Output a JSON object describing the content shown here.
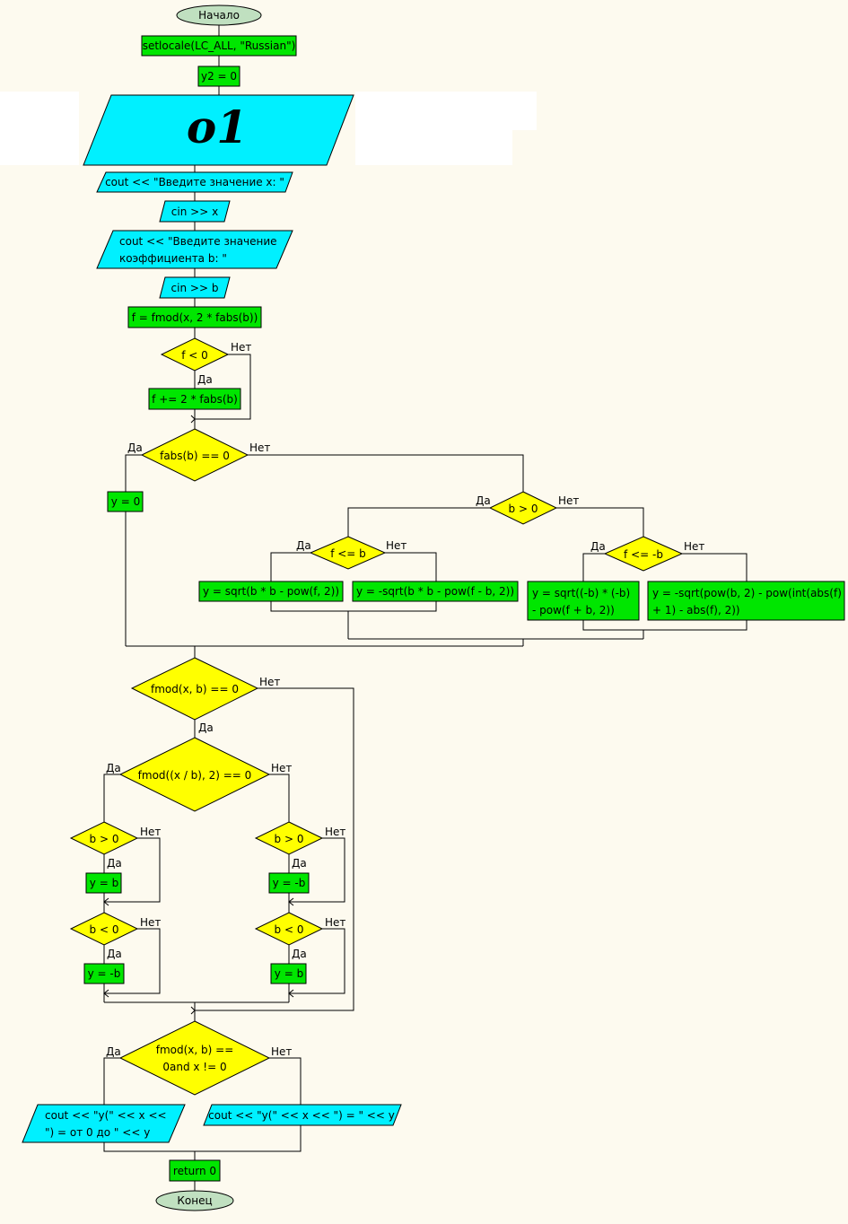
{
  "start": "Начало",
  "end": "Конец",
  "setlocale": "setlocale(LC_ALL, \"Russian\")",
  "y2": "y2 = 0",
  "banner": "o1",
  "prompt_x": "cout << \"Введите значение х: \"",
  "cin_x": "cin >> x",
  "prompt_b_1": "cout << \"Введите значение",
  "prompt_b_2": "коэффициента b: \"",
  "cin_b": "cin >> b",
  "f_calc": "f = fmod(x, 2 * fabs(b))",
  "cond_f_neg": "f < 0",
  "f_adjust": "f += 2 * fabs(b)",
  "cond_fabs_zero": "fabs(b) == 0",
  "y_zero": "y = 0",
  "cond_b_pos": "b > 0",
  "cond_f_le_b": "f <= b",
  "cond_f_le_neg_b": "f <= -b",
  "y_sqrt_1": "y = sqrt(b * b - pow(f, 2))",
  "y_sqrt_2": "y = -sqrt(b * b - pow(f - b, 2))",
  "y_sqrt_3_1": "y = sqrt((-b) * (-b)",
  "y_sqrt_3_2": "- pow(f + b, 2))",
  "y_sqrt_4_1": "y = -sqrt(pow(b, 2) - pow(int(abs(f)",
  "y_sqrt_4_2": "+ 1) - abs(f), 2))",
  "cond_fmod_xb": "fmod(x, b) == 0",
  "cond_fmod_even": "fmod((x / b), 2) == 0",
  "cond_l_b_pos": "b > 0",
  "l_y_b": "y = b",
  "cond_l_b_neg": "b < 0",
  "l_y_neg_b": "y = -b",
  "cond_r_b_pos": "b > 0",
  "r_y_neg_b": "y = -b",
  "cond_r_b_neg": "b < 0",
  "r_y_b": "y = b",
  "cond_final_1": "fmod(x, b) ==",
  "cond_final_2": "0and x != 0",
  "out_range_1": "cout << \"y(\" << x <<",
  "out_range_2": "\") = от 0 до \" << y",
  "out_value": "cout << \"y(\" << x << \") = \" << y",
  "return": "return 0",
  "yes": "Да",
  "no": "Нет"
}
